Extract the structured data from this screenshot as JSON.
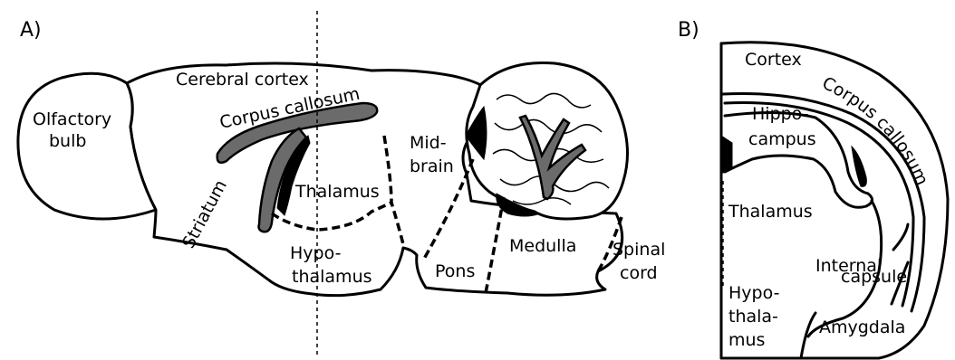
{
  "panels": {
    "a": "A)",
    "b": "B)"
  },
  "sagittal_labels": {
    "olfactory_bulb": [
      "Olfactory",
      "bulb"
    ],
    "cerebral_cortex": "Cerebral cortex",
    "corpus_callosum": "Corpus callosum",
    "striatum": "Striatum",
    "thalamus": "Thalamus",
    "hypothalamus": [
      "Hypo-",
      "thalamus"
    ],
    "midbrain": [
      "Mid-",
      "brain"
    ],
    "pons": "Pons",
    "medulla": "Medulla",
    "spinal_cord": [
      "Spinal",
      "cord"
    ]
  },
  "coronal_labels": {
    "cortex": "Cortex",
    "hippocampus": [
      "Hippo-",
      "campus"
    ],
    "corpus_callosum": "Corpus callosum",
    "thalamus": "Thalamus",
    "internal_capsule": [
      "Internal",
      "capsule"
    ],
    "hypothalamus": [
      "Hypo-",
      "thala-",
      "mus"
    ],
    "amygdala": "Amygdala"
  },
  "colors": {
    "outline": "#000000",
    "white_matter": "#6b6b6b",
    "background": "#ffffff"
  }
}
